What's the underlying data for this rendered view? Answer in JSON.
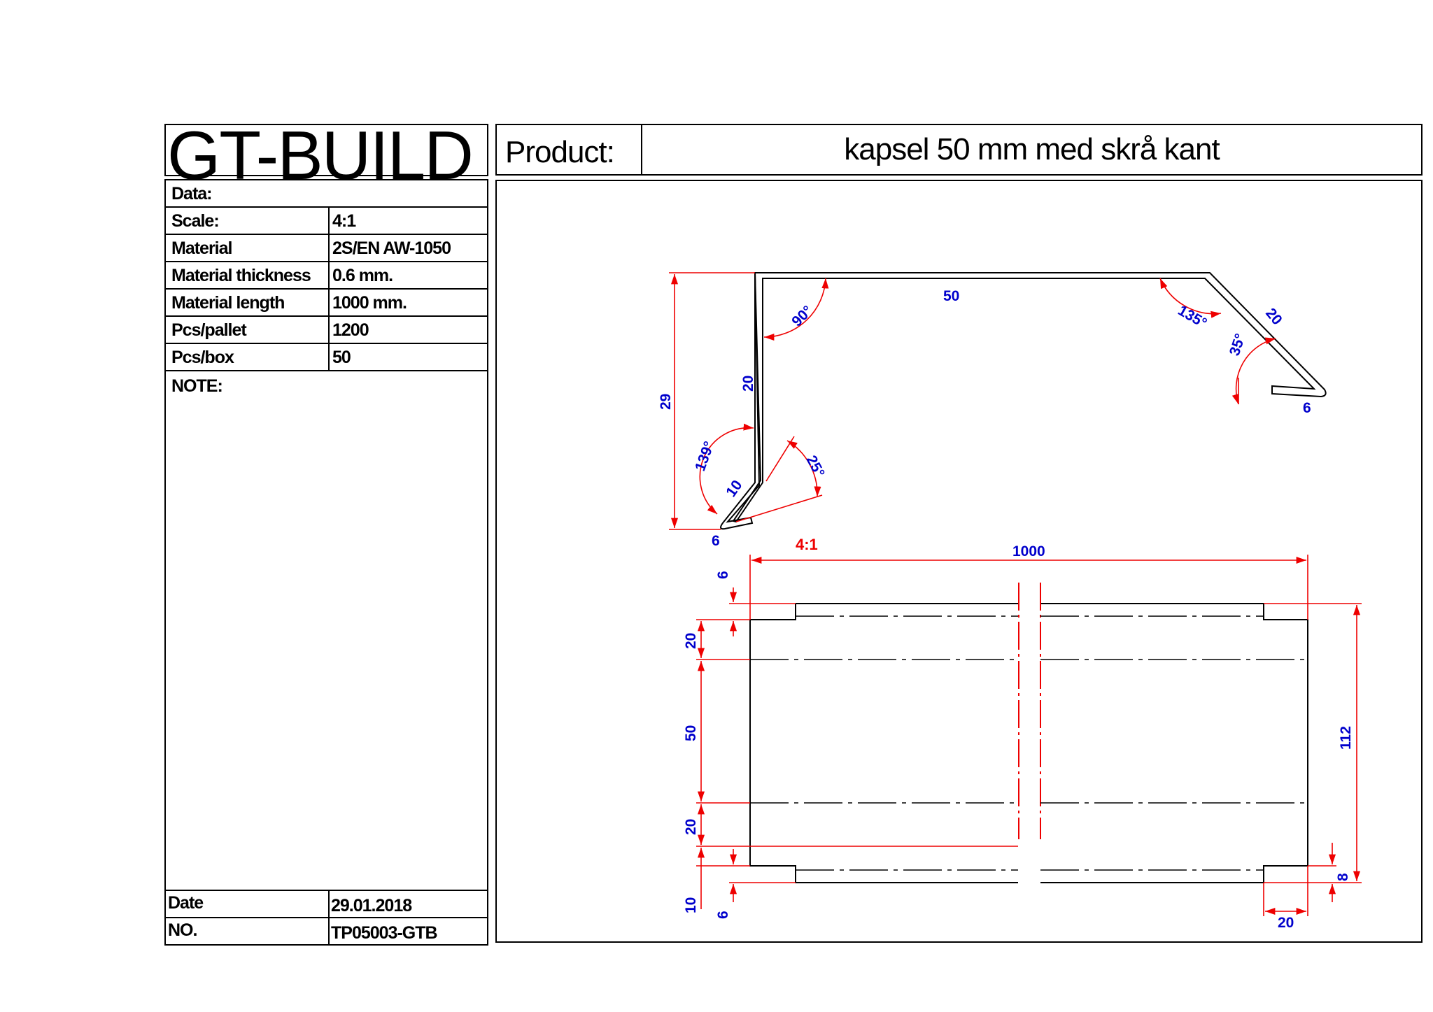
{
  "title_block": {
    "company": "GT-BUILD",
    "data_label": "Data:",
    "rows": [
      {
        "key": "Scale:",
        "value": "4:1"
      },
      {
        "key": "Material",
        "value": "2S/EN AW-1050"
      },
      {
        "key": "Material thickness",
        "value": "0.6 mm."
      },
      {
        "key": "Material length",
        "value": "1000 mm."
      },
      {
        "key": "Pcs/pallet",
        "value": "1200"
      },
      {
        "key": "Pcs/box",
        "value": "50"
      }
    ],
    "note_label": "NOTE:",
    "date_label": "Date",
    "date_value": "29.01.2018",
    "no_label": "NO.",
    "no_value": "TP05003-GTB"
  },
  "product": {
    "label": "Product:",
    "name": "kapsel 50 mm med skrå kant"
  },
  "profile_dims": {
    "top": "50",
    "angle_90": "90°",
    "angle_135": "135°",
    "slant": "20",
    "angle_35": "35°",
    "tip_right": "6",
    "vertical": "20",
    "height": "29",
    "angle_139": "139°",
    "lip": "10",
    "angle_25": "25°",
    "tip_left": "6"
  },
  "plan_dims": {
    "scale": "4:1",
    "length": "1000",
    "top_6": "6",
    "left_20a": "20",
    "left_50": "50",
    "left_20b": "20",
    "left_10": "10",
    "left_6": "6",
    "total_112": "112",
    "right_8": "8",
    "bottom_20": "20"
  },
  "colors": {
    "dimension_line": "#ee0000",
    "dimension_text": "#0000cc",
    "outline": "#000000"
  }
}
